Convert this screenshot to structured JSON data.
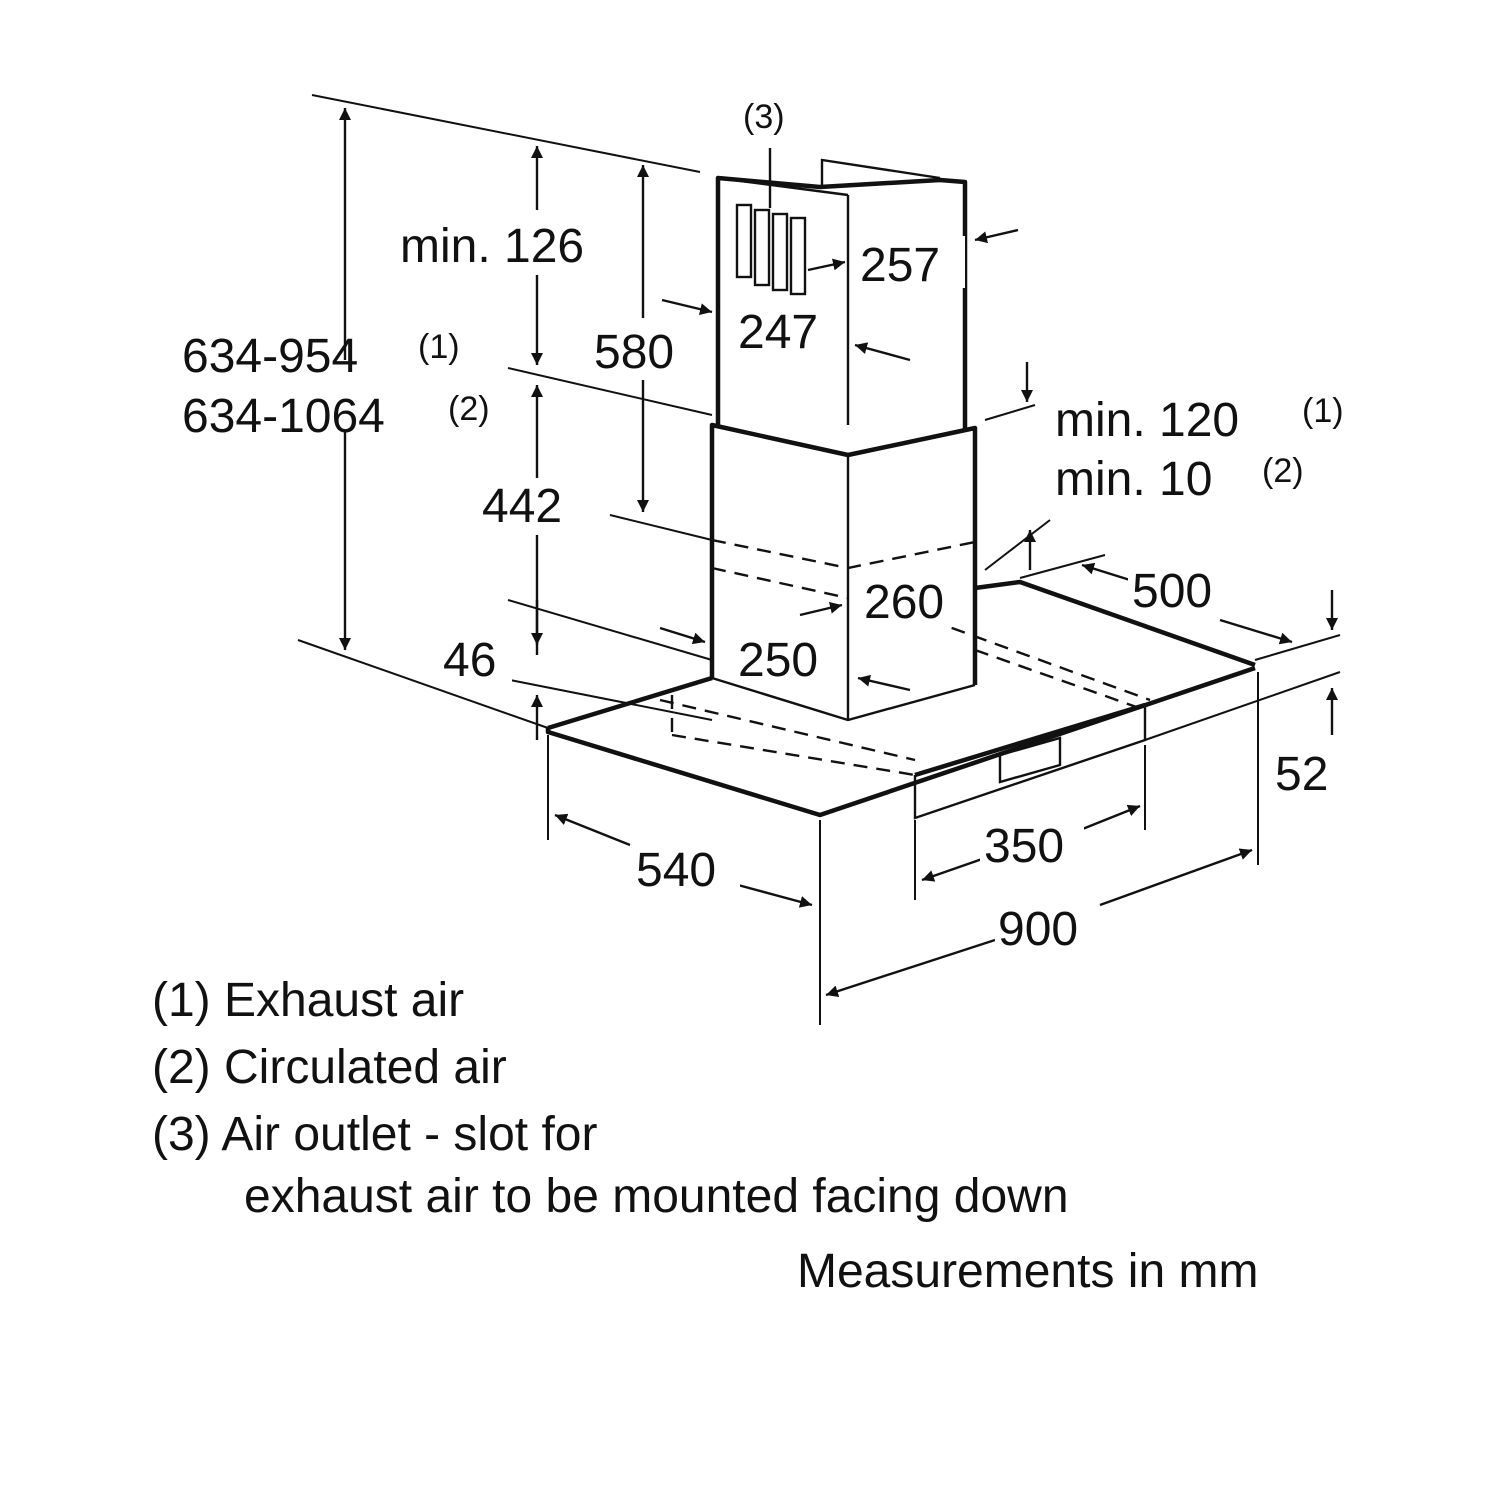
{
  "dimensions": {
    "height_range_1": "634-954",
    "height_range_1_ref": "(1)",
    "height_range_2": "634-1064",
    "height_range_2_ref": "(2)",
    "chimney_min": "min. 126",
    "chimney_upper": "580",
    "chimney_lower": "442",
    "canopy_height": "46",
    "chimney_depth_top": "257",
    "chimney_width_top": "247",
    "chimney_depth_bottom": "260",
    "chimney_width_bottom": "250",
    "clearance_exhaust": "min. 120",
    "clearance_exhaust_ref": "(1)",
    "clearance_circulated": "min. 10",
    "clearance_circulated_ref": "(2)",
    "hood_depth": "500",
    "front_height": "52",
    "hood_side": "540",
    "control_width": "350",
    "hood_width": "900",
    "outlet_ref": "(3)"
  },
  "legend": {
    "line1": "(1) Exhaust air",
    "line2": "(2) Circulated air",
    "line3": "(3) Air outlet - slot for",
    "line4": "exhaust air to be mounted facing down",
    "units": "Measurements in mm"
  }
}
